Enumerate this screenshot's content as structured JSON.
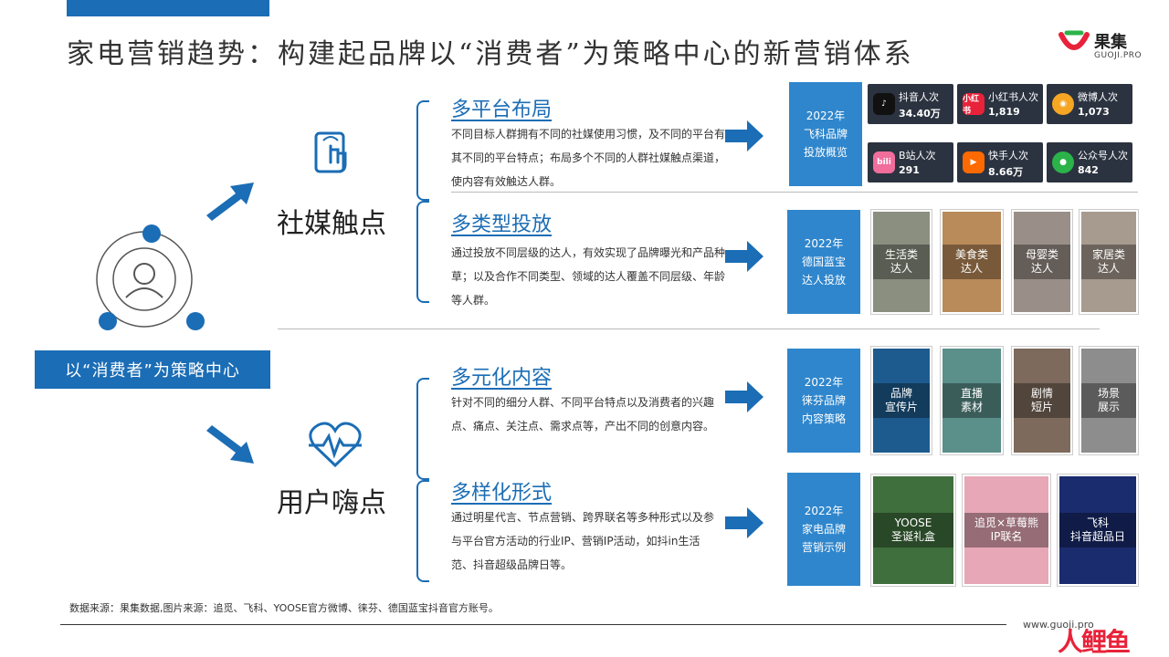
{
  "title": "家电营销趋势：构建起品牌以“消费者”为策略中心的新营销体系",
  "logo": {
    "name": "果集",
    "sub": "GUOJI.PRO"
  },
  "center": {
    "label": "以“消费者”为策略中心"
  },
  "branches": {
    "social": {
      "label": "社媒触点"
    },
    "user": {
      "label": "用户嗨点"
    }
  },
  "sections": [
    {
      "title": "多平台布局",
      "desc": "不同目标人群拥有不同的社媒使用习惯，及不同的平台有其不同的平台特点；布局多个不同的人群社媒触点渠道，使内容有效触达人群。",
      "box_lines": [
        "2022年",
        "飞科品牌",
        "投放概览"
      ]
    },
    {
      "title": "多类型投放",
      "desc": "通过投放不同层级的达人，有效实现了品牌曝光和产品种草；以及合作不同类型、领域的达人覆盖不同层级、年龄等人群。",
      "box_lines": [
        "2022年",
        "德国蓝宝",
        "达人投放"
      ]
    },
    {
      "title": "多元化内容",
      "desc": "针对不同的细分人群、不同平台特点以及消费者的兴趣点、痛点、关注点、需求点等，产出不同的创意内容。",
      "box_lines": [
        "2022年",
        "徕芬品牌",
        "内容策略"
      ]
    },
    {
      "title": "多样化形式",
      "desc": "通过明星代言、节点营销、跨界联名等多种形式以及参与平台官方活动的行业IP、营销IP活动，如抖in生活范、抖音超级品牌日等。",
      "box_lines": [
        "2022年",
        "家电品牌",
        "营销示例"
      ]
    }
  ],
  "platforms": [
    {
      "name": "抖音人次",
      "value": "34.40万",
      "icon": "douyin-icon",
      "color": "#111111"
    },
    {
      "name": "小红书人次",
      "value": "1,819",
      "icon": "xiaohongshu-icon",
      "color": "#e8223a"
    },
    {
      "name": "微博人次",
      "value": "1,073",
      "icon": "weibo-icon",
      "color": "#f5a623"
    },
    {
      "name": "B站人次",
      "value": "291",
      "icon": "bilibili-icon",
      "color": "#f06d9c"
    },
    {
      "name": "快手人次",
      "value": "8.66万",
      "icon": "kuaishou-icon",
      "color": "#ff6a00"
    },
    {
      "name": "公众号人次",
      "value": "842",
      "icon": "wechat-icon",
      "color": "#2bb34a"
    }
  ],
  "platform_icon_text": {
    "xiaohongshu": "小红书",
    "bilibili": "bili"
  },
  "kol_thumbs": [
    {
      "label": [
        "生活类",
        "达人"
      ],
      "color": "#8a8f80"
    },
    {
      "label": [
        "美食类",
        "达人"
      ],
      "color": "#b98a5a"
    },
    {
      "label": [
        "母婴类",
        "达人"
      ],
      "color": "#9a8f88"
    },
    {
      "label": [
        "家居类",
        "达人"
      ],
      "color": "#a79a8e"
    }
  ],
  "content_thumbs": [
    {
      "label": [
        "品牌",
        "宣传片"
      ],
      "color": "#1d5b8e"
    },
    {
      "label": [
        "直播",
        "素材"
      ],
      "color": "#5a8f8a"
    },
    {
      "label": [
        "剧情",
        "短片"
      ],
      "color": "#7d6a5c"
    },
    {
      "label": [
        "场景",
        "展示"
      ],
      "color": "#8d8d8d"
    }
  ],
  "form_thumbs": [
    {
      "label": [
        "YOOSE",
        "圣诞礼盒"
      ],
      "color": "#3f6f3c"
    },
    {
      "label": [
        "追觅×草莓熊",
        "IP联名"
      ],
      "color": "#e7a7b6"
    },
    {
      "label": [
        "飞科",
        "抖音超品日"
      ],
      "color": "#1a2b6e"
    }
  ],
  "source": "数据来源：果集数据,图片来源：追觅、飞科、YOOSE官方微博、徕芬、德国蓝宝抖音官方账号。",
  "footer": {
    "url": "www.guoji.pro",
    "brand": "人鲤鱼"
  },
  "colors": {
    "accent": "#1b6db5",
    "box": "#2f86cc"
  }
}
